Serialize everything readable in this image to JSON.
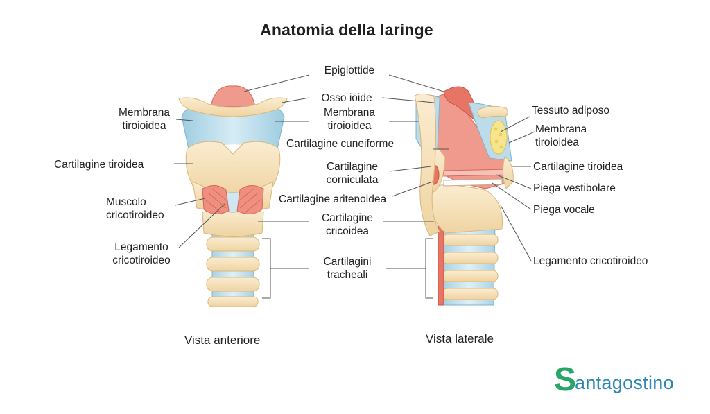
{
  "title": "Anatomia della laringe",
  "anterior": {
    "view_label": "Vista anteriore",
    "labels": {
      "membrana_tiroioidea": "Membrana\ntiroioidea",
      "cartilagine_tiroidea": "Cartilagine tiroidea",
      "muscolo_cricotiroideo": "Muscolo\ncricotiroideo",
      "legamento_cricotiroideo": "Legamento\ncricotiroideo"
    }
  },
  "center_labels": {
    "epiglottide": "Epiglottide",
    "osso_ioide": "Osso ioide",
    "membrana_tiroioidea": "Membrana\ntiroioidea",
    "cartilagine_cuneiforme": "Cartilagine cuneiforme",
    "cartilagine_corniculata": "Cartilagine\ncorniculata",
    "cartilagine_aritenoidea": "Cartilagine aritenoidea",
    "cartilagine_cricoidea": "Cartilagine\ncricoidea",
    "cartilagini_tracheali": "Cartilagini\ntracheali"
  },
  "lateral": {
    "view_label": "Vista laterale",
    "labels": {
      "tessuto_adiposo": "Tessuto adiposo",
      "membrana_tiroioidea": "Membrana\ntiroioidea",
      "cartilagine_tiroidea": "Cartilagine tiroidea",
      "piega_vestibolare": "Piega vestibolare",
      "piega_vocale": "Piega vocale",
      "legamento_cricotiroideo": "Legamento cricotiroideo"
    }
  },
  "logo": {
    "initial": "S",
    "rest": "antagostino"
  },
  "colors": {
    "cartilage": "#f6e3bd",
    "cartilage_dark": "#e9c98f",
    "membrane": "#bcdcea",
    "membrane_dark": "#8fc1d8",
    "muscle": "#ef8f80",
    "muscle_dark": "#d9655a",
    "fat": "#f7e58e",
    "line": "#555555",
    "brand_green": "#2aa56a",
    "brand_blue": "#2e86b5"
  }
}
